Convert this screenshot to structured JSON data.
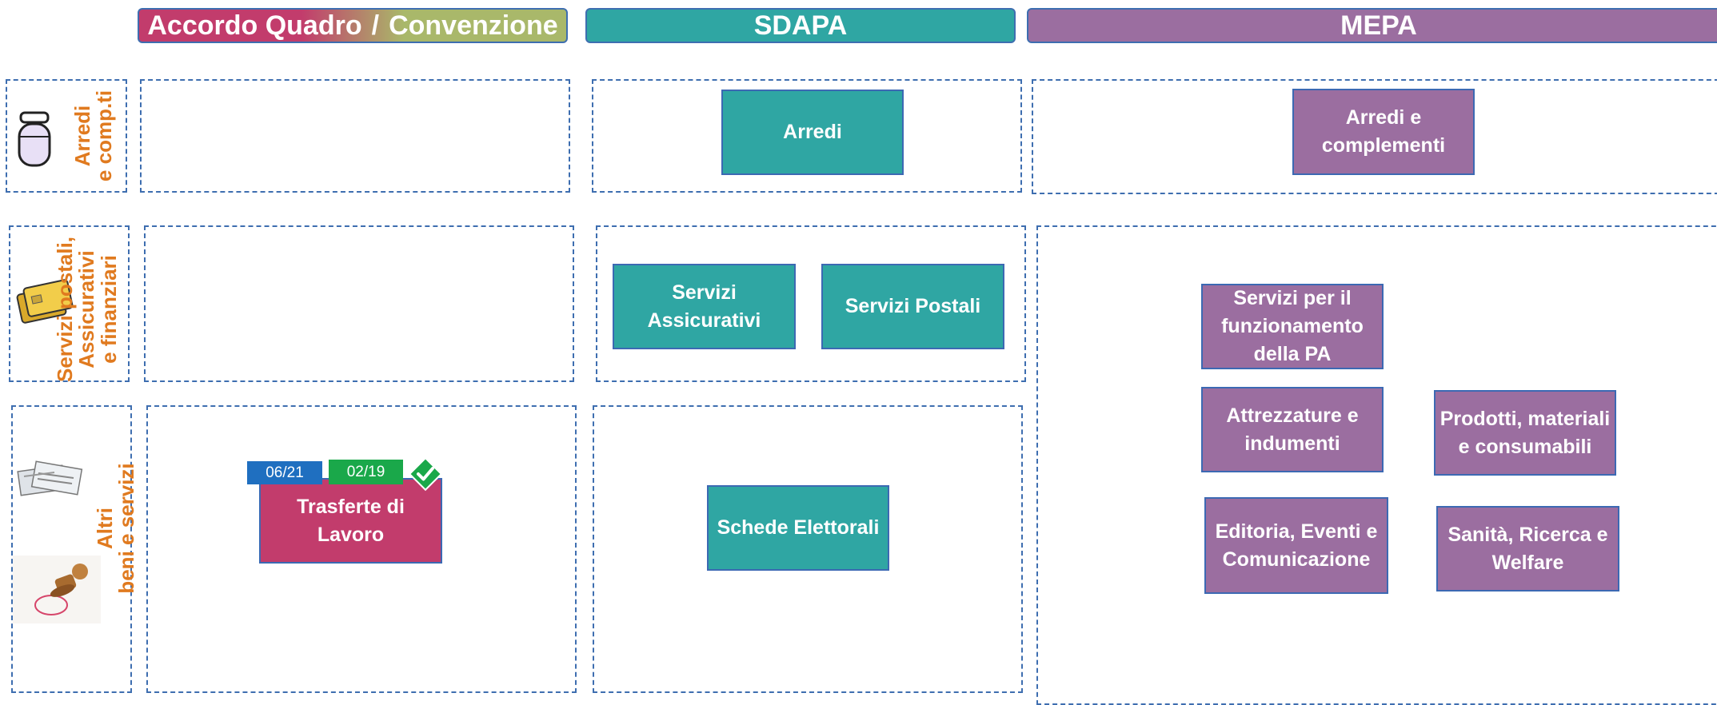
{
  "headers": {
    "accordo": "Accordo Quadro",
    "slash": "/",
    "convenzione": "Convenzione",
    "sdapa": "SDAPA",
    "mepa": "MEPA"
  },
  "rows": {
    "arredi_label": "Arredi\ne comp.ti",
    "servizi_label": "Servizi postali,\nAssicurativi\ne finanziari",
    "altri_label": "Altri\nbeni e servizi"
  },
  "boxes": {
    "sdapa_arredi": "Arredi",
    "mepa_arredi": "Arredi e\ncomplementi",
    "servizi_assicurativi": "Servizi Assicurativi",
    "servizi_postali": "Servizi Postali",
    "servizi_funzionamento": "Servizi per il\nfunzionamento\ndella PA",
    "attrezzature": "Attrezzature e\nindumenti",
    "prodotti": "Prodotti, materiali\ne consumabili",
    "editoria": "Editoria, Eventi e\nComunicazione",
    "sanita": "Sanità, Ricerca e\nWelfare",
    "schede": "Schede Elettorali",
    "trasferte": "Trasferte di\nLavoro"
  },
  "badges": {
    "date_blue": "06/21",
    "date_green": "02/19"
  },
  "colors": {
    "teal": "#2fa6a3",
    "purple": "#9b6ea0",
    "crimson": "#c23c6c",
    "olive": "#a9b86a",
    "orange": "#e07a1f",
    "dash_blue": "#3e6eb0",
    "badge_blue": "#1f6fc0",
    "badge_green": "#1aa84a"
  },
  "icons": [
    "mouse-icon",
    "credit-cards-icon",
    "newspapers-icon",
    "stamp-icon",
    "checkmark-icon"
  ]
}
